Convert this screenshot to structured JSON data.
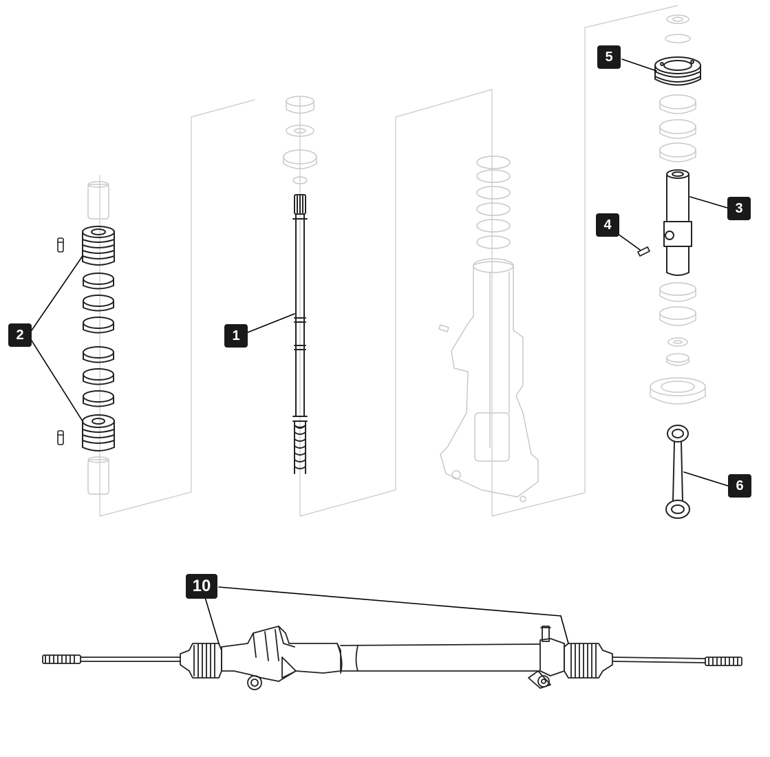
{
  "colors": {
    "background": "#ffffff",
    "callout_fill": "#1a1a1a",
    "callout_text": "#ffffff",
    "faded_part": "#c8c8c8",
    "bold_part": "#222222",
    "leader": "#000000"
  },
  "callouts": {
    "c1": "1",
    "c2": "2",
    "c3": "3",
    "c4": "4",
    "c5": "5",
    "c6": "6",
    "c10": "10"
  },
  "icons": [
    "valve-assembly-icon",
    "pinion-shaft-icon",
    "housing-icon",
    "input-shaft-icon",
    "steering-rack-icon"
  ]
}
